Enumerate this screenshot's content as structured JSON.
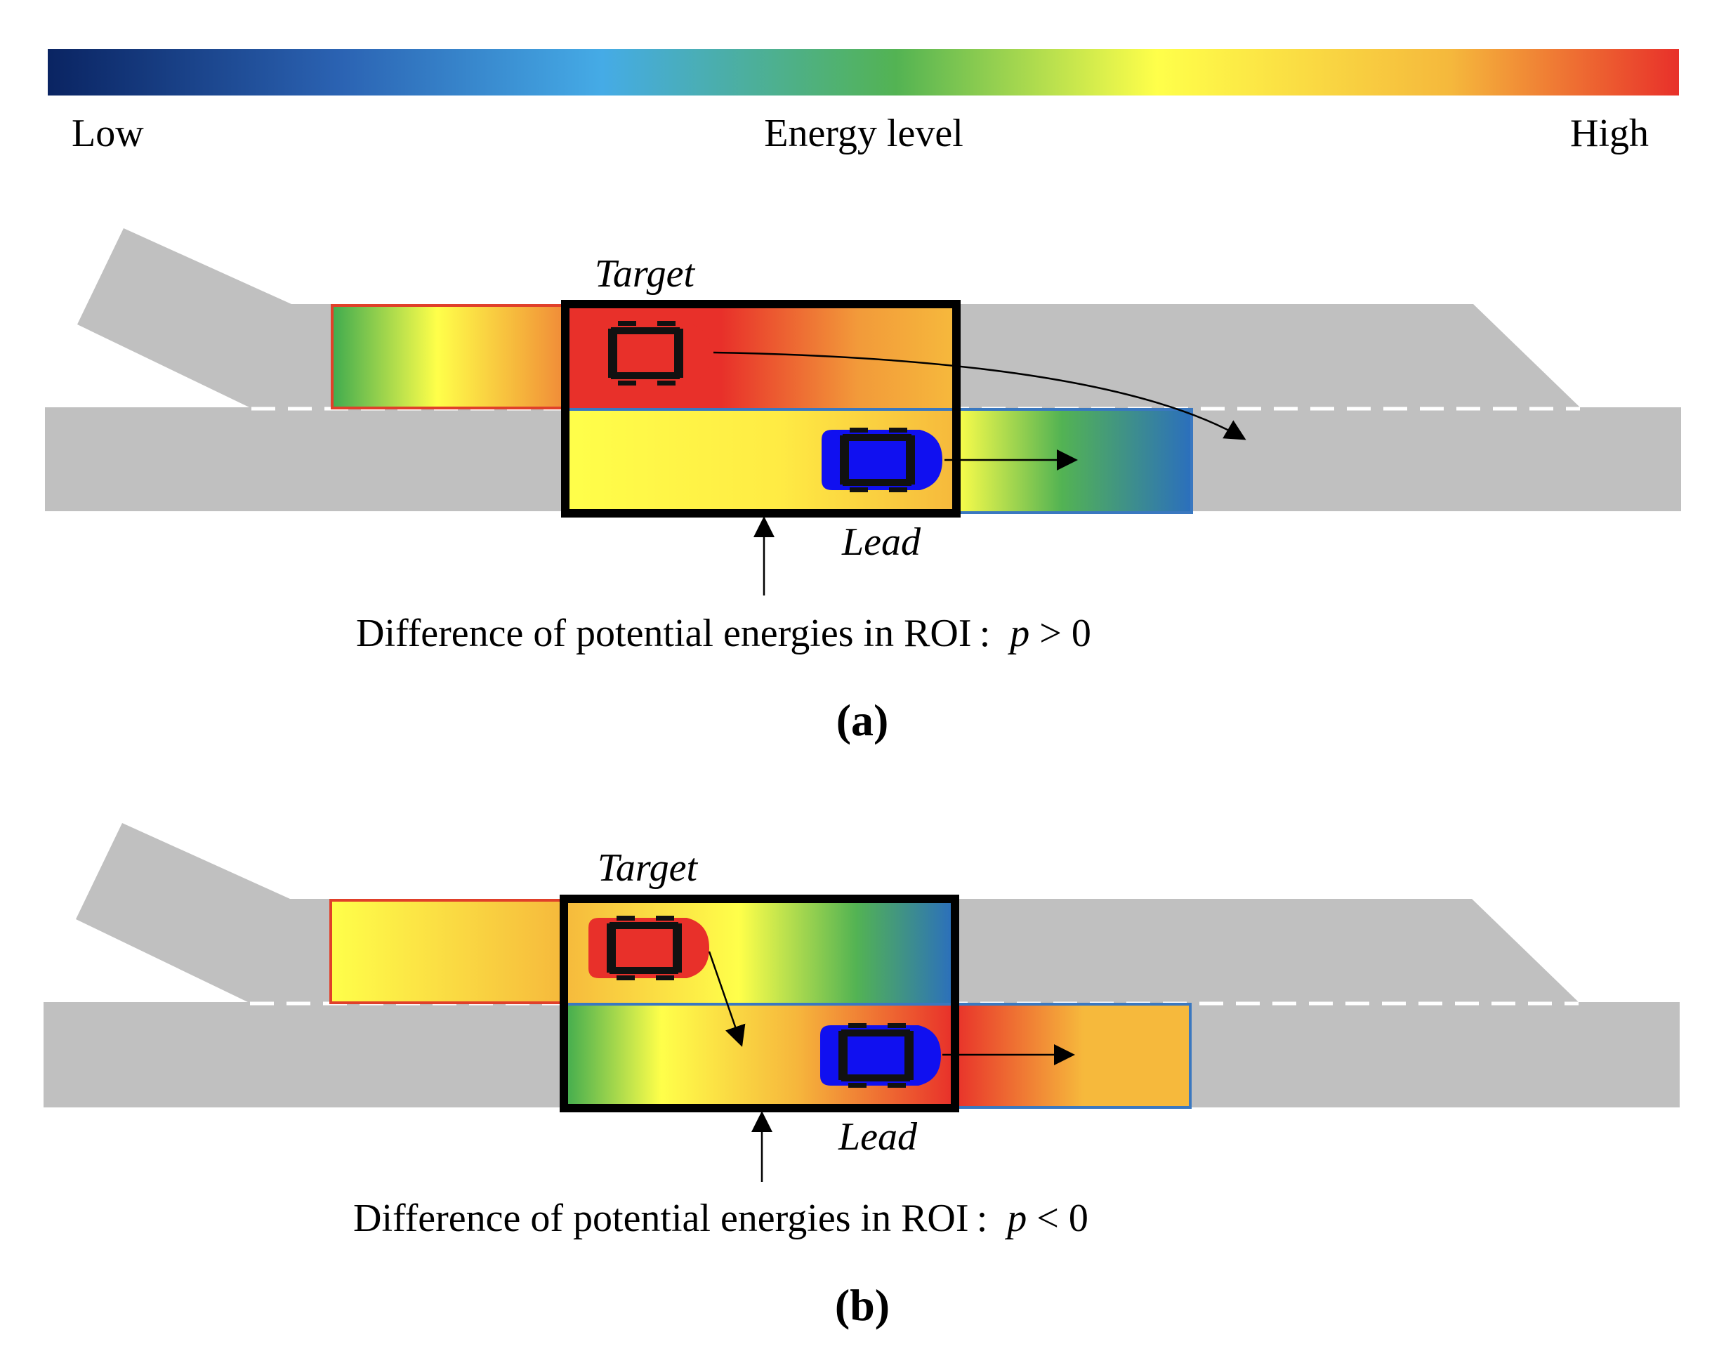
{
  "legend": {
    "low_label": "Low",
    "title": "Energy level",
    "high_label": "High",
    "gradient_colors": [
      "#0a2462",
      "#2b63b3",
      "#45abe6",
      "#53b353",
      "#ffff4a",
      "#f5b83c",
      "#e8302a"
    ]
  },
  "panels": [
    {
      "id": "a",
      "target_label": "Target",
      "lead_label": "Lead",
      "caption_main": "Difference of potential energies in ROI :",
      "caption_var": "p",
      "caption_rel": " > 0",
      "panel_label": "(a)"
    },
    {
      "id": "b",
      "target_label": "Target",
      "lead_label": "Lead",
      "caption_main": "Difference of potential energies in ROI :",
      "caption_var": "p",
      "caption_rel": " < 0",
      "panel_label": "(b)"
    }
  ],
  "colors": {
    "road": "#c0c0c0",
    "target_vehicle": "#e8302a",
    "lead_vehicle": "#1010f0",
    "target_zone_border": "#e0402a",
    "lead_zone_border": "#3a78c0",
    "roi_border": "#000000"
  }
}
